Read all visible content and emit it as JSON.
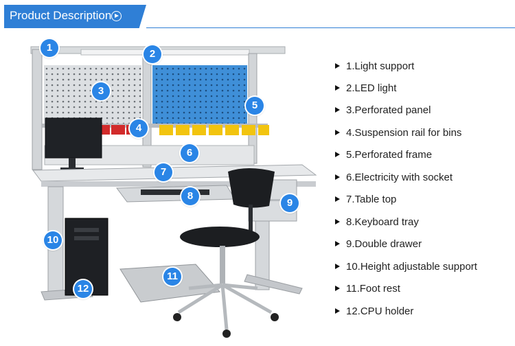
{
  "header": {
    "title": "Product Description",
    "play_icon": "play-circle-icon",
    "accent_color": "#2f7fd6"
  },
  "markers": [
    "1",
    "2",
    "3",
    "4",
    "5",
    "6",
    "7",
    "8",
    "9",
    "10",
    "11",
    "12"
  ],
  "features": [
    "1.Light support",
    "2.LED light",
    "3.Perforated panel",
    "4.Suspension rail for bins",
    "5.Perforated frame",
    "6.Electricity with socket",
    "7.Table top",
    "8.Keyboard tray",
    "9.Double drawer",
    "10.Height adjustable support",
    "11.Foot rest",
    "12.CPU holder"
  ]
}
